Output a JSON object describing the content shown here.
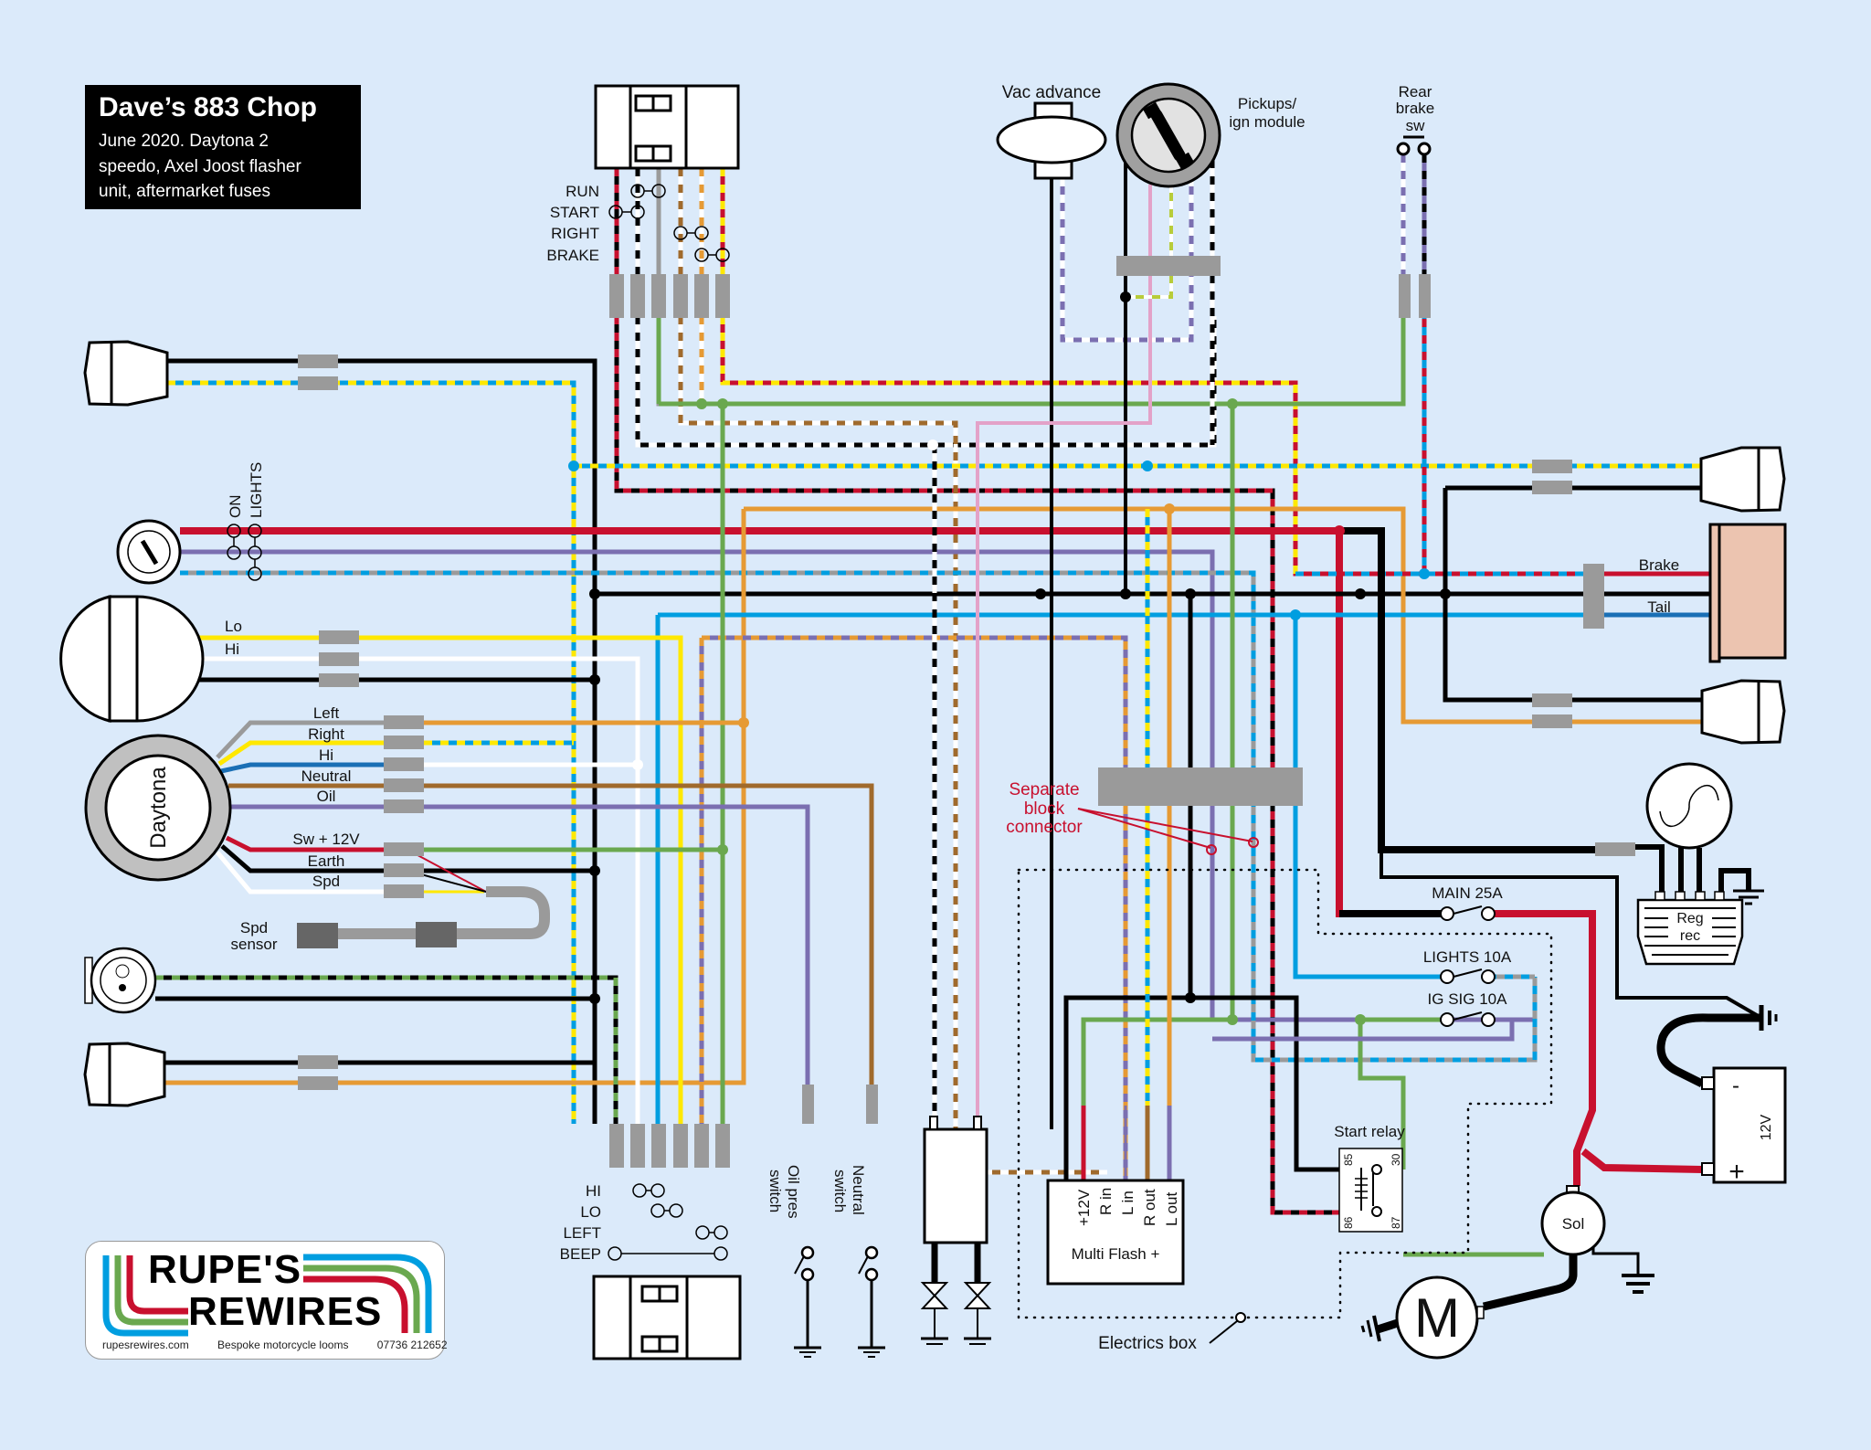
{
  "title": {
    "heading": "Dave’s 883 Chop",
    "lines": [
      "June 2020. Daytona 2",
      "speedo, Axel Joost flasher",
      "unit, aftermarket fuses"
    ]
  },
  "colors": {
    "background": "#dbeafa",
    "black": "#000000",
    "red": "#c8102e",
    "yellow": "#ffe800",
    "blue": "#009ee0",
    "dark_blue": "#1a6fb5",
    "green": "#6aa84f",
    "orange": "#e69a34",
    "brown": "#a06a2c",
    "purple": "#7b6fb0",
    "grey": "#9a9a9a",
    "white": "#ffffff",
    "pink": "#e3a2c8",
    "lime": "#b8cc3a",
    "connector_grey": "#9a9a9a",
    "annotation_red": "#c8102e",
    "tail_light": "#ecc4b0"
  },
  "top_switch": {
    "labels": [
      "RUN",
      "START",
      "RIGHT",
      "BRAKE"
    ]
  },
  "bottom_switch": {
    "labels": [
      "HI",
      "LO",
      "LEFT",
      "BEEP"
    ]
  },
  "ignition": {
    "vac_advance": "Vac advance",
    "pickups": [
      "Pickups/",
      "ign module"
    ]
  },
  "rear_brake_sw": [
    "Rear",
    "brake",
    "sw"
  ],
  "key_switch": {
    "positions": [
      "ON",
      "LIGHTS"
    ]
  },
  "headlight": {
    "lo": "Lo",
    "hi": "Hi"
  },
  "speedo": {
    "name": "Daytona",
    "wires": [
      "Left",
      "Right",
      "Hi",
      "Neutral",
      "Oil",
      "Sw + 12V",
      "Earth",
      "Spd"
    ]
  },
  "spd_sensor": [
    "Spd",
    "sensor"
  ],
  "oil_switch": [
    "Oil pres",
    "switch"
  ],
  "neutral_switch": [
    "Neutral",
    "switch"
  ],
  "annotation": [
    "Separate",
    "block",
    "connector"
  ],
  "flasher": {
    "pins": [
      "+12V",
      "R in",
      "L in",
      "R out",
      "L out"
    ],
    "name": "Multi Flash +"
  },
  "electrics_box": "Electrics box",
  "fuses": [
    {
      "label": "MAIN 25A"
    },
    {
      "label": "LIGHTS 10A"
    },
    {
      "label": "IG SIG 10A"
    }
  ],
  "start_relay": {
    "label": "Start relay",
    "pins": [
      "85",
      "30",
      "86",
      "87"
    ]
  },
  "reg_rec": [
    "Reg",
    "rec"
  ],
  "battery": {
    "minus": "-",
    "plus": "+",
    "voltage": "12V"
  },
  "solenoid": "Sol",
  "motor": "M",
  "tail_light": {
    "brake": "Brake",
    "tail": "Tail"
  },
  "logo": {
    "line1": "RUPE'S",
    "line2": "REWIRES",
    "website": "rupesrewires.com",
    "tagline": "Bespoke motorcycle looms",
    "phone": "07736 212652"
  }
}
